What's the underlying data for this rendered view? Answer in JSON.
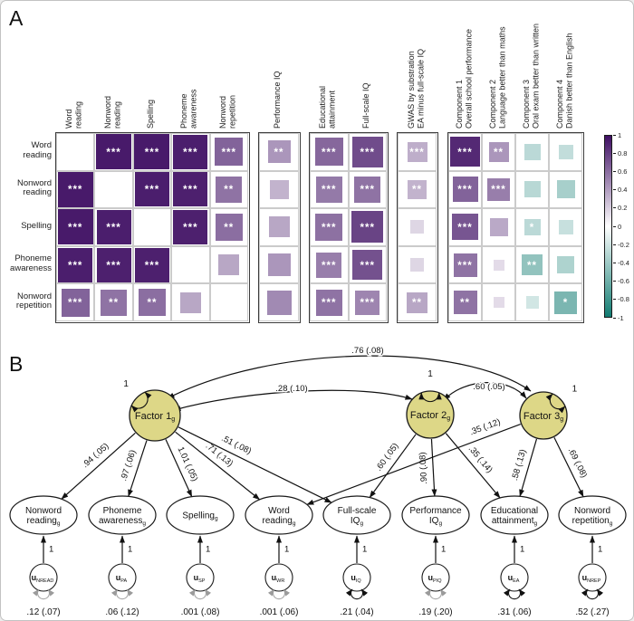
{
  "chart_data": [
    {
      "type": "heatmap",
      "panel": "A",
      "rows": [
        "Word\nreading",
        "Nonword\nreading",
        "Spelling",
        "Phoneme\nawareness",
        "Nonword\nrepetition"
      ],
      "blocks": [
        {
          "columns": [
            "Word\nreading",
            "Nonword\nreading",
            "Spelling",
            "Phoneme\nawareness",
            "Nonword\nrepetition"
          ],
          "cells": [
            [
              null,
              {
                "v": 0.95,
                "sig": "***"
              },
              {
                "v": 0.95,
                "sig": "***"
              },
              {
                "v": 0.93,
                "sig": "***"
              },
              {
                "v": 0.62,
                "sig": "***"
              }
            ],
            [
              {
                "v": 0.95,
                "sig": "***"
              },
              null,
              {
                "v": 0.93,
                "sig": "***"
              },
              {
                "v": 0.92,
                "sig": "***"
              },
              {
                "v": 0.55,
                "sig": "**"
              }
            ],
            [
              {
                "v": 0.95,
                "sig": "***"
              },
              {
                "v": 0.93,
                "sig": "***"
              },
              null,
              {
                "v": 0.92,
                "sig": "***"
              },
              {
                "v": 0.57,
                "sig": "**"
              }
            ],
            [
              {
                "v": 0.93,
                "sig": "***"
              },
              {
                "v": 0.92,
                "sig": "***"
              },
              {
                "v": 0.92,
                "sig": "***"
              },
              null,
              {
                "v": 0.33,
                "sig": ""
              }
            ],
            [
              {
                "v": 0.62,
                "sig": "***"
              },
              {
                "v": 0.55,
                "sig": "**"
              },
              {
                "v": 0.57,
                "sig": "**"
              },
              {
                "v": 0.33,
                "sig": ""
              },
              null
            ]
          ]
        },
        {
          "columns": [
            "Performance IQ"
          ],
          "cells": [
            [
              {
                "v": 0.4,
                "sig": "**"
              }
            ],
            [
              {
                "v": 0.28,
                "sig": ""
              }
            ],
            [
              {
                "v": 0.33,
                "sig": ""
              }
            ],
            [
              {
                "v": 0.4,
                "sig": ""
              }
            ],
            [
              {
                "v": 0.45,
                "sig": ""
              }
            ]
          ]
        },
        {
          "columns": [
            "Educational\nattainment",
            "Full-scale IQ"
          ],
          "cells": [
            [
              {
                "v": 0.6,
                "sig": "***"
              },
              {
                "v": 0.72,
                "sig": "***"
              }
            ],
            [
              {
                "v": 0.52,
                "sig": "***"
              },
              {
                "v": 0.55,
                "sig": "***"
              }
            ],
            [
              {
                "v": 0.56,
                "sig": "***"
              },
              {
                "v": 0.76,
                "sig": "***"
              }
            ],
            [
              {
                "v": 0.5,
                "sig": "***"
              },
              {
                "v": 0.7,
                "sig": "***"
              }
            ],
            [
              {
                "v": 0.55,
                "sig": "***"
              },
              {
                "v": 0.47,
                "sig": "***"
              }
            ]
          ]
        },
        {
          "columns": [
            "GWAS by substration\nEA minus full-scale IQ"
          ],
          "cells": [
            [
              {
                "v": 0.3,
                "sig": "***"
              }
            ],
            [
              {
                "v": 0.28,
                "sig": "**"
              }
            ],
            [
              {
                "v": 0.14,
                "sig": ""
              }
            ],
            [
              {
                "v": 0.14,
                "sig": ""
              }
            ],
            [
              {
                "v": 0.33,
                "sig": "**"
              }
            ]
          ]
        },
        {
          "columns": [
            "Component 1\nOverall school performance",
            "Component 2\nLanguage better than maths",
            "Component 3\nOral exam better than written",
            "Component 4\nDanish better than English"
          ],
          "cells": [
            [
              {
                "v": 0.88,
                "sig": "***"
              },
              {
                "v": 0.4,
                "sig": "**"
              },
              {
                "v": -0.25,
                "sig": ""
              },
              {
                "v": -0.22,
                "sig": ""
              }
            ],
            [
              {
                "v": 0.62,
                "sig": "***"
              },
              {
                "v": 0.5,
                "sig": "***"
              },
              {
                "v": -0.26,
                "sig": ""
              },
              {
                "v": -0.33,
                "sig": ""
              }
            ],
            [
              {
                "v": 0.68,
                "sig": "***"
              },
              {
                "v": 0.32,
                "sig": ""
              },
              {
                "v": -0.25,
                "sig": "*"
              },
              {
                "v": -0.2,
                "sig": ""
              }
            ],
            [
              {
                "v": 0.55,
                "sig": "***"
              },
              {
                "v": 0.12,
                "sig": ""
              },
              {
                "v": -0.42,
                "sig": "**"
              },
              {
                "v": -0.3,
                "sig": ""
              }
            ],
            [
              {
                "v": 0.55,
                "sig": "**"
              },
              {
                "v": 0.12,
                "sig": ""
              },
              {
                "v": -0.16,
                "sig": ""
              },
              {
                "v": -0.52,
                "sig": "*"
              }
            ]
          ]
        }
      ],
      "colorbar": {
        "ticks": [
          "1",
          "0.8",
          "0.6",
          "0.4",
          "0.2",
          "0",
          "-0.2",
          "-0.4",
          "-0.6",
          "-0.8",
          "-1"
        ],
        "positive_color": "#3f0f63",
        "negative_color": "#117c72"
      }
    },
    {
      "type": "diagram",
      "panel": "B",
      "factors": [
        {
          "id": "f1",
          "label": "Factor 1",
          "sub": "g",
          "variance_label": "1"
        },
        {
          "id": "f2",
          "label": "Factor 2",
          "sub": "g",
          "variance_label": "1"
        },
        {
          "id": "f3",
          "label": "Factor 3",
          "sub": "g",
          "variance_label": "1"
        }
      ],
      "observed": [
        {
          "id": "nread",
          "label": "Nonword\nreading",
          "sub": "g",
          "u_sub": "NREAD",
          "loading_one": "1",
          "residual": ".12 (.07)",
          "residual_emphasis": false
        },
        {
          "id": "pa",
          "label": "Phoneme\nawareness",
          "sub": "g",
          "u_sub": "PA",
          "loading_one": "1",
          "residual": ".06 (.12)",
          "residual_emphasis": false
        },
        {
          "id": "sp",
          "label": "Spelling",
          "sub": "g",
          "u_sub": "SP",
          "loading_one": "1",
          "residual": ".001 (.08)",
          "residual_emphasis": false
        },
        {
          "id": "wr",
          "label": "Word\nreading",
          "sub": "g",
          "u_sub": "WR",
          "loading_one": "1",
          "residual": ".001 (.06)",
          "residual_emphasis": false
        },
        {
          "id": "fsiq",
          "label": "Full-scale\nIQ",
          "sub": "g",
          "u_sub": "IQ",
          "loading_one": "1",
          "residual": ".21 (.04)",
          "residual_emphasis": true
        },
        {
          "id": "piq",
          "label": "Performance\nIQ",
          "sub": "g",
          "u_sub": "PIQ",
          "loading_one": "1",
          "residual": ".19 (.20)",
          "residual_emphasis": false
        },
        {
          "id": "ea",
          "label": "Educational\nattainment",
          "sub": "g",
          "u_sub": "EA",
          "loading_one": "1",
          "residual": ".31 (.06)",
          "residual_emphasis": true
        },
        {
          "id": "nrep",
          "label": "Nonword\nrepetition",
          "sub": "g",
          "u_sub": "NREP",
          "loading_one": "1",
          "residual": ".52 (.27)",
          "residual_emphasis": true
        }
      ],
      "paths": [
        {
          "from": "f1",
          "to": "nread",
          "label": ".94 (.05)"
        },
        {
          "from": "f1",
          "to": "pa",
          "label": ".97 (.06)"
        },
        {
          "from": "f1",
          "to": "sp",
          "label": "1.01 (.05)"
        },
        {
          "from": "f1",
          "to": "wr",
          "label": ".71 (.13)"
        },
        {
          "from": "f1",
          "to": "fsiq",
          "label": ".51 (.08)"
        },
        {
          "from": "f2",
          "to": "fsiq",
          "label": ".60 (.05)"
        },
        {
          "from": "f2",
          "to": "piq",
          "label": ".90 (.08)"
        },
        {
          "from": "f2",
          "to": "ea",
          "label": ".35 (.14)"
        },
        {
          "from": "f3",
          "to": "wr",
          "label": ".35 (.12)"
        },
        {
          "from": "f3",
          "to": "ea",
          "label": ".58 (.13)"
        },
        {
          "from": "f3",
          "to": "nrep",
          "label": ".69 (.08)"
        }
      ],
      "covariances": [
        {
          "between": [
            "f1",
            "f3"
          ],
          "label": ".76 (.08)"
        },
        {
          "between": [
            "f1",
            "f2"
          ],
          "label": ".28 (.10)"
        },
        {
          "between": [
            "f2",
            "f3"
          ],
          "label": ".60 (.05)"
        }
      ],
      "factor_fill": "#ddd787"
    }
  ]
}
